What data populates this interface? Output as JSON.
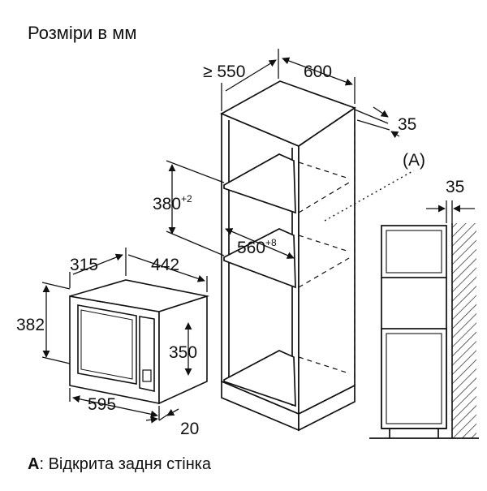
{
  "title": "Розміри в мм",
  "legend": {
    "key": "A",
    "separator": ": ",
    "text": "Відкрита задня стінка"
  },
  "callout": "(A)",
  "microwave": {
    "width": "595",
    "height": "382",
    "depth": "315",
    "inner_width": "442",
    "inner_height": "350",
    "front_depth": "20"
  },
  "cabinet": {
    "min_depth": "≥ 550",
    "width": "600",
    "back_gap": "35",
    "niche_height": "380",
    "niche_height_tol": "+2",
    "niche_width": "560",
    "niche_width_tol": "+8"
  },
  "side_view": {
    "gap": "35"
  }
}
